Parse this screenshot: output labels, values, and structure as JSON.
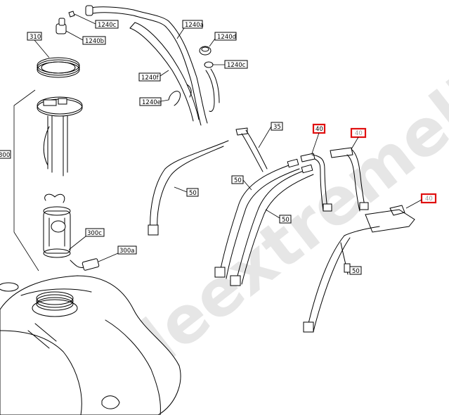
{
  "watermark": "ideextremelife.ru",
  "callouts": {
    "c310": "310",
    "c1240c_top": "1240c",
    "c1240b": "1240b",
    "c1240a": "1240a",
    "c1240d": "1240d",
    "c1240c_right": "1240c",
    "c1240f": "1240f",
    "c1240e": "1240e",
    "c300": "300",
    "c300c": "300c",
    "c300a": "300a",
    "c35": "35",
    "c40_a": "40",
    "c40_b": "40",
    "c40_c": "40",
    "c50_left": "50",
    "c50_mid_a": "50",
    "c50_mid_b": "50",
    "c50_right": "50"
  },
  "highlight_color": "#e01010"
}
